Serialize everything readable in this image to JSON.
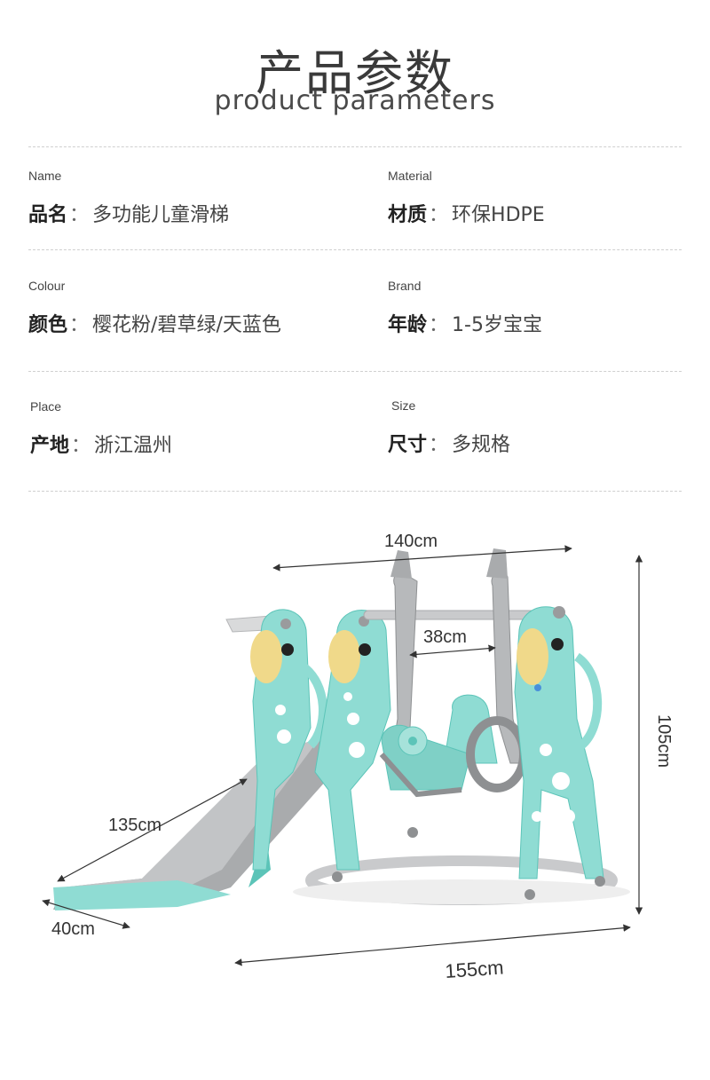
{
  "header": {
    "title_cn": "产品参数",
    "title_en": "product parameters"
  },
  "params": [
    {
      "en": "Name",
      "key": "品名",
      "sep": "：",
      "value": "多功能儿童滑梯"
    },
    {
      "en": "Material",
      "key": "材质",
      "sep": "：",
      "value": "环保HDPE"
    },
    {
      "en": "Colour",
      "key": "颜色",
      "sep": "：",
      "value": "樱花粉/碧草绿/天蓝色"
    },
    {
      "en": "Brand",
      "key": "年龄",
      "sep": "：",
      "value": "1-5岁宝宝"
    },
    {
      "en": "Place",
      "key": "产地",
      "sep": "：",
      "value": "浙江温州"
    },
    {
      "en": "Size",
      "key": "尺寸",
      "sep": "：",
      "value": "多规格"
    }
  ],
  "dimensions": {
    "swing_frame_width": "140cm",
    "seat_width": "38cm",
    "height": "105cm",
    "slide_length": "135cm",
    "slide_width": "40cm",
    "total_length": "155cm"
  },
  "colors": {
    "mint": "#8fdcd3",
    "mint_dark": "#5cc4b8",
    "grey": "#b7b9bb",
    "grey_dark": "#8e9092",
    "yellow": "#f0d98a"
  }
}
